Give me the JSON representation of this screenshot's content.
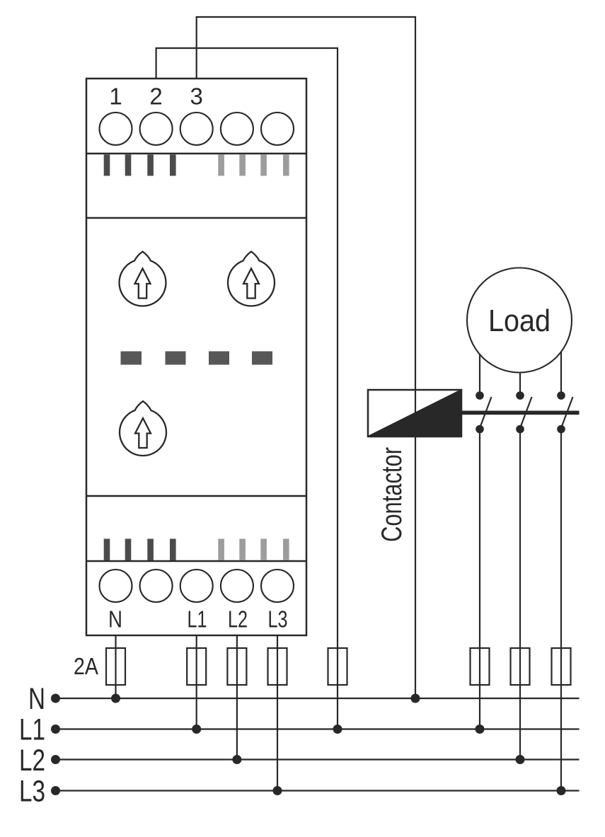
{
  "device": {
    "top_terminals": [
      "1",
      "2",
      "3"
    ],
    "bottom_terminals": [
      "N",
      "L1",
      "L2",
      "L3"
    ]
  },
  "labels": {
    "fuse_rating": "2A",
    "load": "Load",
    "contactor": "Contactor"
  },
  "buses": [
    "N",
    "L1",
    "L2",
    "L3"
  ],
  "colors": {
    "line": "#282828",
    "bar_dark": "#4b4b4b",
    "bar_light": "#9d9d9d",
    "led_dash": "#575757"
  }
}
